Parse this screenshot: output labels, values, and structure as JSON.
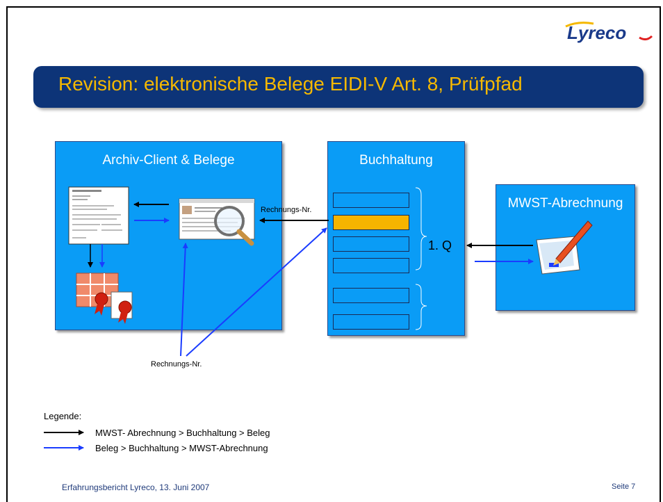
{
  "logo": {
    "text": "Lyreco"
  },
  "title": "Revision: elektronische Belege EIDI-V Art. 8, Prüfpfad",
  "boxes": {
    "archiv": {
      "title": "Archiv-Client & Belege"
    },
    "buchhaltung": {
      "title": "Buchhaltung"
    },
    "mwst": {
      "title": "MWST-Abrechnung"
    }
  },
  "labels": {
    "rechnungs_nr_top": "Rechnungs-Nr.",
    "rechnungs_nr_bottom": "Rechnungs-Nr.",
    "quarter": "1. Q"
  },
  "legend": {
    "title": "Legende:",
    "items": [
      {
        "text": "MWST- Abrechnung > Buchhaltung > Beleg",
        "color": "#000000"
      },
      {
        "text": "Beleg > Buchhaltung > MWST-Abrechnung",
        "color": "#1a3cff"
      }
    ]
  },
  "footer": {
    "left": "Erfahrungsbericht Lyreco, 13. Juni 2007",
    "right": "Seite 7"
  },
  "colors": {
    "banner": "#0d3478",
    "title_text": "#f5b800",
    "box_fill": "#0a9cf6",
    "highlight_row": "#f6b400",
    "arrow_black": "#000000",
    "arrow_blue": "#1a3cff"
  }
}
